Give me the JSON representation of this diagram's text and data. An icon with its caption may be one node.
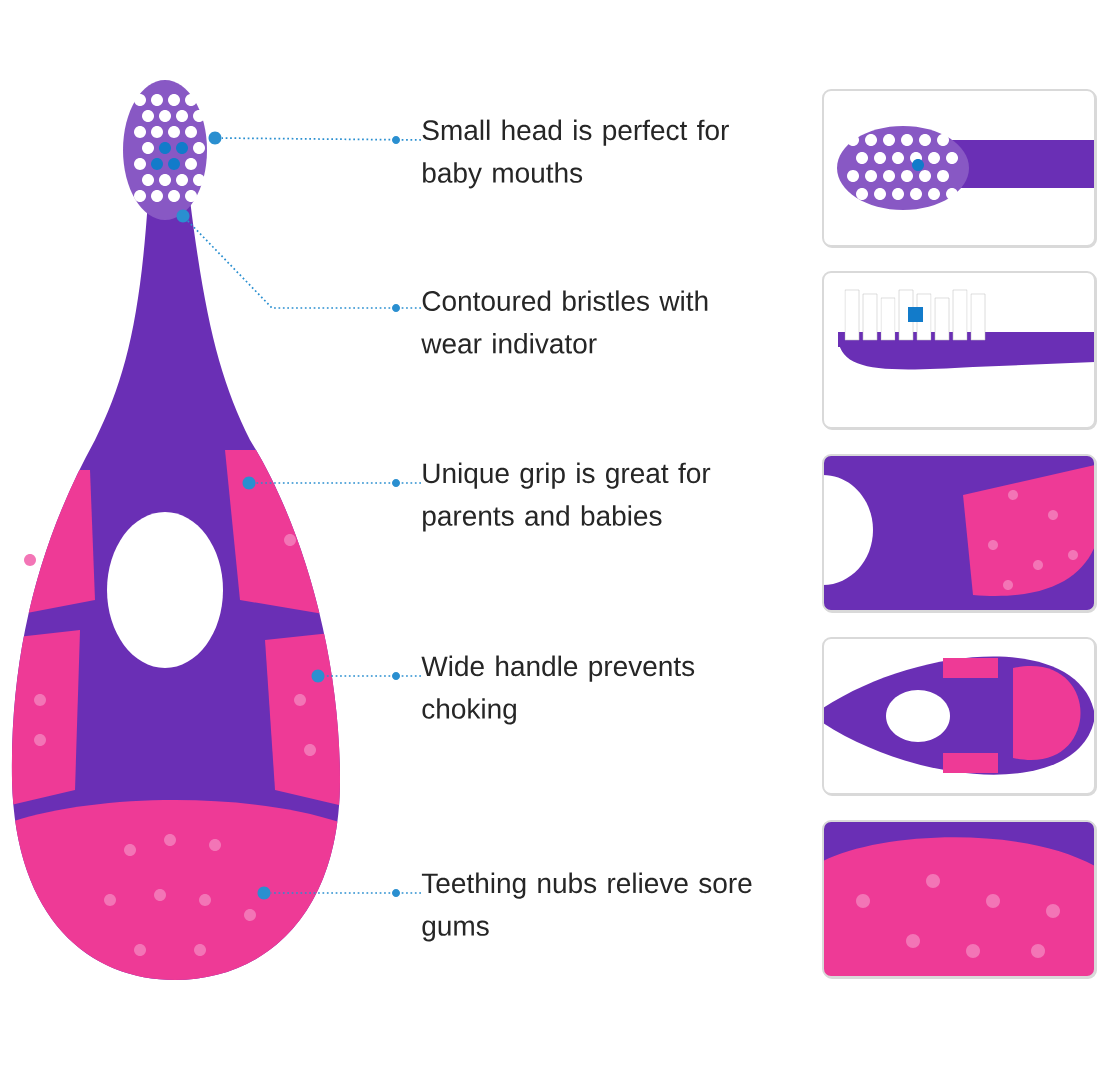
{
  "diagram": {
    "nodes": [
      {
        "text": [
          "Small head is perfect for baby mouths"
        ]
      },
      {
        "text": [
          "Contoured bristles with wear indivator"
        ]
      },
      {
        "text": [
          "Unique grip is great for parents and babies"
        ]
      },
      {
        "text": [
          "Wide handle prevents choking"
        ]
      },
      {
        "text": [
          "Teething nubs relieve sore gums"
        ]
      },
      {
        "text": [],
        "shape": "circle"
      },
      {
        "text": [],
        "shape": "circle"
      },
      {
        "text": [],
        "shape": "circle"
      },
      {
        "text": [],
        "shape": "circle"
      },
      {
        "text": [],
        "shape": "circle"
      },
      {
        "text": [],
        "shape": "picture"
      },
      {
        "text": [],
        "shape": "picture"
      },
      {
        "text": [],
        "shape": "picture"
      },
      {
        "text": [],
        "shape": "picture"
      },
      {
        "text": [],
        "shape": "picture"
      }
    ],
    "edges": [
      {
        "from": 0,
        "to": 5,
        "arrow": "none",
        "style": "dashed"
      },
      {
        "from": 1,
        "to": 6,
        "arrow": "none",
        "style": "dashed"
      },
      {
        "from": 2,
        "to": 7,
        "arrow": "none",
        "style": "dashed"
      },
      {
        "from": 3,
        "to": 8,
        "arrow": "none",
        "style": "dashed"
      },
      {
        "from": 4,
        "to": 9,
        "arrow": "none",
        "style": "dashed"
      }
    ]
  }
}
